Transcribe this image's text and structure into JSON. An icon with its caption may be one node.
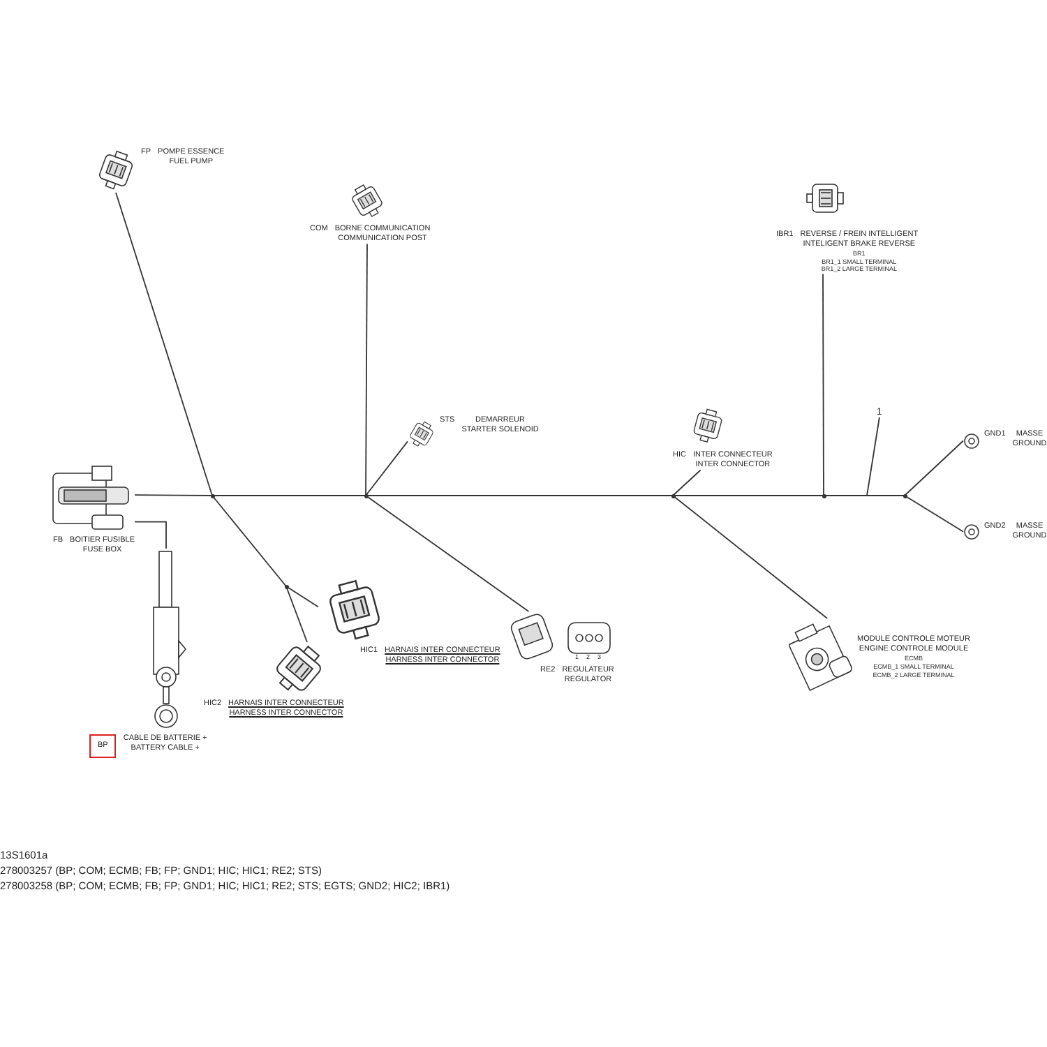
{
  "diagram": {
    "nodes": [
      {
        "text": [
          "FP",
          "POMPE ESSENCE",
          "FUEL PUMP"
        ]
      },
      {
        "text": [
          "COM",
          "BORNE COMMUNICATION",
          "COMMUNICATION POST"
        ]
      },
      {
        "text": [
          "STS",
          "DEMARREUR",
          "STARTER SOLENOID"
        ]
      },
      {
        "text": [
          "HIC",
          "INTER CONNECTEUR",
          "INTER CONNECTOR"
        ]
      },
      {
        "text": [
          "IBR1",
          "REVERSE / FREIN INTELLIGENT",
          "INTELIGENT BRAKE REVERSE",
          "BR1",
          "BR1_1 SMALL TERMINAL",
          "BR1_2 LARGE TERMINAL"
        ]
      },
      {
        "text": [
          "GND1",
          "MASSE",
          "GROUND"
        ]
      },
      {
        "text": [
          "GND2",
          "MASSE",
          "GROUND"
        ]
      },
      {
        "text": [
          "1"
        ]
      },
      {
        "text": [
          "FB",
          "BOITIER FUSIBLE",
          "FUSE BOX"
        ]
      },
      {
        "text": [
          "BP",
          "CABLE DE BATTERIE +",
          "BATTERY CABLE +"
        ]
      },
      {
        "text": [
          "HIC1",
          "HARNAIS INTER CONNECTEUR",
          "HARNESS INTER CONNECTOR"
        ]
      },
      {
        "text": [
          "HIC2",
          "HARNAIS INTER CONNECTEUR",
          "HARNESS INTER CONNECTOR"
        ]
      },
      {
        "text": [
          "RE2",
          "REGULATEUR",
          "REGULATOR"
        ]
      },
      {
        "text": [
          "MODULE CONTROLE MOTEUR",
          "ENGINE CONTROLE MODULE",
          "ECMB",
          "ECMB_1 SMALL TERMINAL",
          "ECMB_2 LARGE TERMINAL"
        ]
      },
      {
        "text": [],
        "shape": "dot"
      },
      {
        "text": [],
        "shape": "dot"
      },
      {
        "text": [],
        "shape": "dot"
      },
      {
        "text": [],
        "shape": "dot"
      },
      {
        "text": [],
        "shape": "dot"
      },
      {
        "text": [],
        "shape": "dot"
      }
    ],
    "edges": [
      {
        "from": 8,
        "to": 14,
        "arrow": "none"
      },
      {
        "from": 14,
        "to": 15,
        "arrow": "none"
      },
      {
        "from": 15,
        "to": 16,
        "arrow": "none"
      },
      {
        "from": 16,
        "to": 17,
        "arrow": "none"
      },
      {
        "from": 17,
        "to": 18,
        "arrow": "none"
      },
      {
        "from": 0,
        "to": 14,
        "arrow": "none"
      },
      {
        "from": 1,
        "to": 15,
        "arrow": "none"
      },
      {
        "from": 2,
        "to": 15,
        "arrow": "none"
      },
      {
        "from": 3,
        "to": 16,
        "arrow": "none"
      },
      {
        "from": 4,
        "to": 17,
        "arrow": "none"
      },
      {
        "from": 18,
        "to": 5,
        "arrow": "none"
      },
      {
        "from": 18,
        "to": 6,
        "arrow": "none"
      },
      {
        "from": 14,
        "to": 19,
        "arrow": "none"
      },
      {
        "from": 19,
        "to": 10,
        "arrow": "none"
      },
      {
        "from": 19,
        "to": 11,
        "arrow": "none"
      },
      {
        "from": 15,
        "to": 12,
        "arrow": "none"
      },
      {
        "from": 16,
        "to": 13,
        "arrow": "none"
      },
      {
        "from": 8,
        "to": 9,
        "arrow": "none"
      },
      {
        "from": 7,
        "to": null,
        "arrow": "none"
      }
    ],
    "labels": [
      "1",
      "2",
      "3",
      "13S1601a",
      "278003257 (BP; COM; ECMB; FB; FP; GND1; HIC; HIC1; RE2; STS)",
      "278003258 (BP; COM; ECMB; FB; FP; GND1; HIC; HIC1; RE2; STS; EGTS; GND2; HIC2; IBR1)"
    ]
  }
}
